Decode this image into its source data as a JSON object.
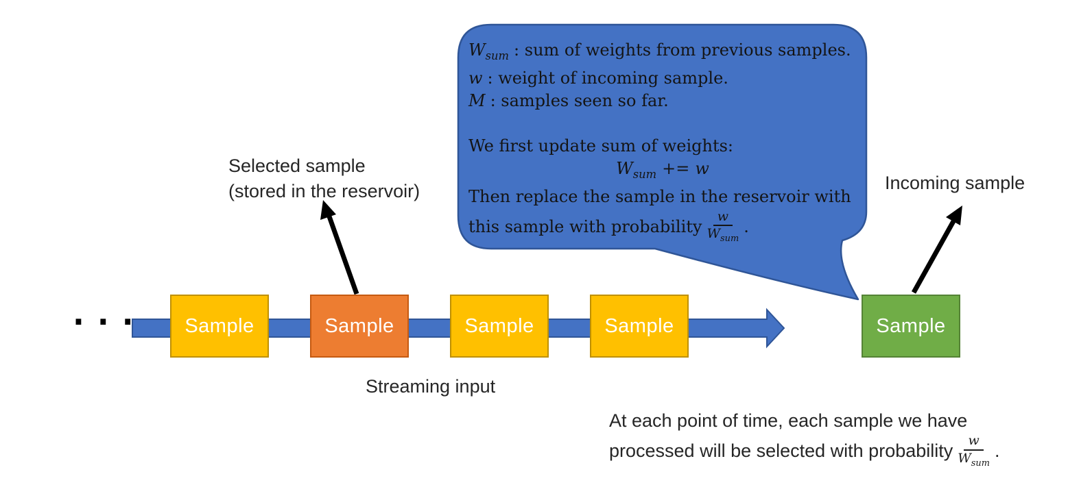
{
  "colors": {
    "stream_blue": "#4472C4",
    "stream_blue_border": "#2F5597",
    "bubble_fill": "#4472C4",
    "bubble_border": "#2F5597",
    "sample_yellow": "#FFC000",
    "sample_yellow_border": "#BF9000",
    "sample_orange": "#ED7D31",
    "sample_orange_border": "#C55A11",
    "sample_green": "#70AD47",
    "sample_green_border": "#548235",
    "arrow_black": "#000000"
  },
  "labels": {
    "ellipsis": "...",
    "selected_line1": "Selected sample",
    "selected_line2": "(stored in the reservoir)",
    "incoming": "Incoming sample",
    "streaming": "Streaming input"
  },
  "samples": [
    {
      "label": "Sample",
      "state": "previous",
      "fill": "#FFC000",
      "border": "#BF9000"
    },
    {
      "label": "Sample",
      "state": "selected-in-reservoir",
      "fill": "#ED7D31",
      "border": "#C55A11"
    },
    {
      "label": "Sample",
      "state": "previous",
      "fill": "#FFC000",
      "border": "#BF9000"
    },
    {
      "label": "Sample",
      "state": "previous",
      "fill": "#FFC000",
      "border": "#BF9000"
    },
    {
      "label": "Sample",
      "state": "incoming",
      "fill": "#70AD47",
      "border": "#548235"
    }
  ],
  "bubble": {
    "def1_var": "W",
    "def1_sub": "sum",
    "def1_text": ": sum of weights from previous samples.",
    "def2_var": "w",
    "def2_text": ": weight of incoming sample.",
    "def3_var": "M",
    "def3_text": ": samples seen so far.",
    "update_intro": "We first update sum of weights:",
    "update_var": "W",
    "update_sub": "sum",
    "update_op": "+=",
    "update_rhs": "w",
    "replace_line1": "Then replace the sample in the reservoir with",
    "replace_line2": "this sample with probability",
    "frac_num": "w",
    "frac_den": "W",
    "frac_den_sub": "sum",
    "period": "."
  },
  "note": {
    "line1": "At each point of time, each sample we have",
    "line2": "processed will be selected with probability",
    "frac_num": "w",
    "frac_den": "W",
    "frac_den_sub": "sum",
    "period": "."
  }
}
